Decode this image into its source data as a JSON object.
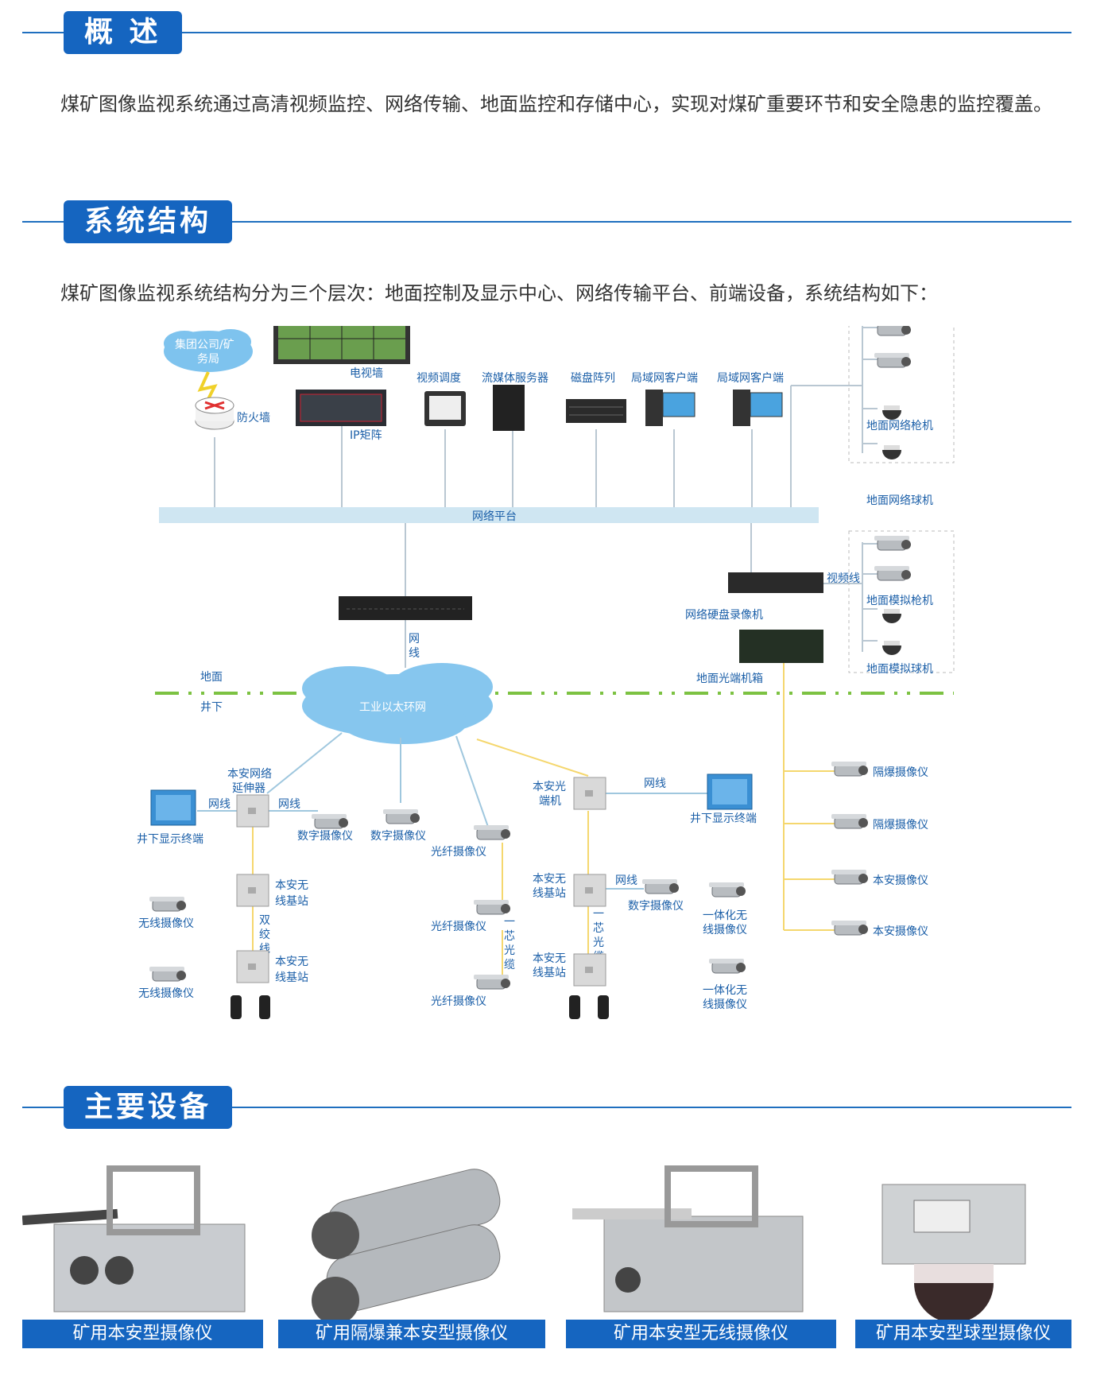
{
  "sections": {
    "overview": {
      "title": "概 述",
      "text": "煤矿图像监视系统通过高清视频监控、网络传输、地面监控和存储中心，实现对煤矿重要环节和安全隐患的监控覆盖。"
    },
    "structure": {
      "title": "系统结构",
      "text": "煤矿图像监视系统结构分为三个层次：地面控制及显示中心、网络传输平台、前端设备，系统结构如下："
    },
    "equipment": {
      "title": "主要设备"
    }
  },
  "diagram": {
    "cloud_top": "集团公司/矿务局",
    "cloud_top_l1": "集团公司/矿",
    "cloud_top_l2": "务局",
    "firewall": "防火墙",
    "tv_wall": "电视墙",
    "ip_matrix": "IP矩阵",
    "video_dispatch": "视频调度",
    "streaming_server": "流媒体服务器",
    "disk_array": "磁盘阵列",
    "lan_client_1": "局域网客户端",
    "lan_client_2": "局域网客户端",
    "network_platform": "网络平台",
    "ground_net_gun": "地面网络枪机",
    "ground_net_dome": "地面网络球机",
    "video_line": "视频线",
    "nvr": "网络硬盘录像机",
    "ground_analog_gun": "地面模拟枪机",
    "ground_analog_dome": "地面模拟球机",
    "ground_optical_box": "地面光端机箱",
    "net_cable_vertical": [
      "网",
      "线"
    ],
    "ground": "地面",
    "underground": "井下",
    "industrial_ring": "工业以太环网",
    "ext_l1": "本安网络",
    "ext_l2": "延伸器",
    "net_cable": "网线",
    "underground_display": "井下显示终端",
    "digital_camera": "数字摄像仪",
    "fiber_camera": "光纤摄像仪",
    "optical_end_l1": "本安光",
    "optical_end_l2": "端机",
    "wireless_base_l1": "本安无",
    "wireless_base_l2": "线基站",
    "wireless_camera": "无线摄像仪",
    "twisted_pair": [
      "双",
      "绞",
      "线"
    ],
    "single_fiber": [
      "一",
      "芯",
      "光",
      "缆"
    ],
    "integrated_wireless_l1": "一体化无",
    "integrated_wireless_l2": "线摄像仪",
    "explosion_camera": "隔爆摄像仪",
    "safe_camera": "本安摄像仪"
  },
  "products": [
    {
      "caption": "矿用本安型摄像仪"
    },
    {
      "caption": "矿用隔爆兼本安型摄像仪"
    },
    {
      "caption": "矿用本安型无线摄像仪"
    },
    {
      "caption": "矿用本安型球型摄像仪"
    }
  ],
  "colors": {
    "brand_blue": "#1565c0",
    "ground_line": "#7cc242",
    "fiber_line": "#f5d76e",
    "platform_bar": "#cfe6f2"
  }
}
